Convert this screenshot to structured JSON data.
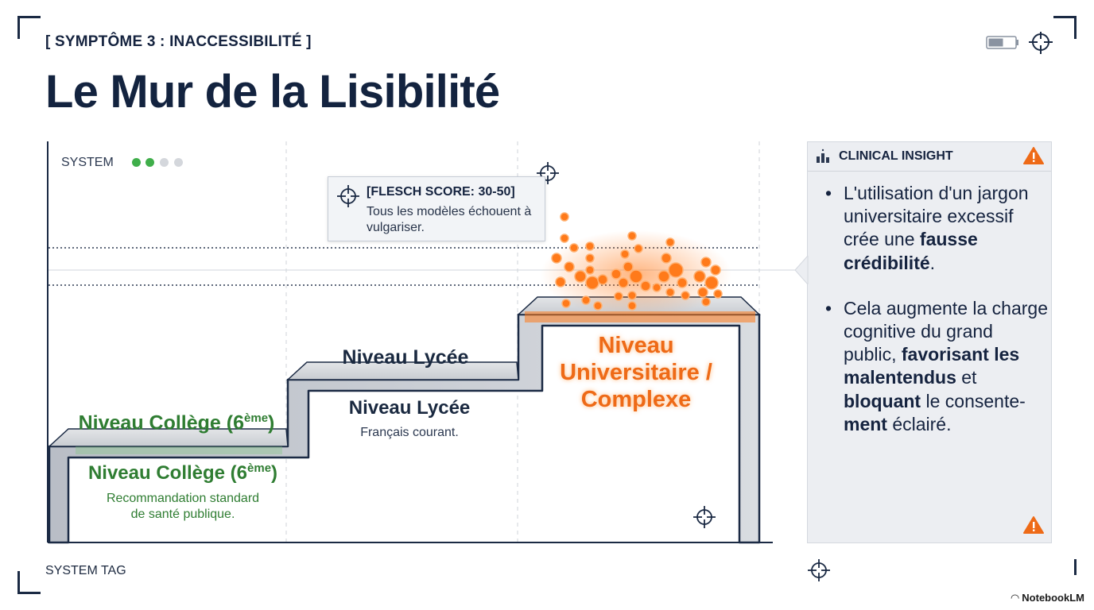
{
  "header": {
    "section_tag": "[ SYMPTÔME 3 : INACCESSIBILITÉ ]",
    "title": "Le Mur de la Lisibilité"
  },
  "diagram": {
    "system_label": "SYSTEM",
    "status_dots": [
      "#3fae4a",
      "#3fae4a",
      "#d4d7dc",
      "#d4d7dc"
    ],
    "callout": {
      "title": "[FLESCH SCORE: 30-50]",
      "text": "Tous les modèles échouent à vulgariser."
    },
    "levels": {
      "college": {
        "top_label": "Niveau Collège (6",
        "top_sup": "ème",
        "top_close": ")",
        "front_label": "Niveau Collège (6",
        "front_sup": "ème",
        "front_close": ")",
        "desc_line1": "Recommandation standard",
        "desc_line2": "de santé publique."
      },
      "lycee": {
        "top_label": "Niveau Lycée",
        "front_label": "Niveau Lycée",
        "desc": "Français courant."
      },
      "universitaire": {
        "line1": "Niveau",
        "line2": "Universitaire /",
        "line3": "Complexe"
      }
    },
    "colors": {
      "green": "#2f7d32",
      "navy": "#1a2940",
      "orange": "#ee6a17"
    }
  },
  "panel": {
    "title": "CLINICAL INSIGHT",
    "bullet_char": "•",
    "items": [
      {
        "t1": "L'utilisation d'un jargon universitaire excessif crée une ",
        "b1": "fausse crédibilité",
        "t2": "."
      },
      {
        "t1": "Cela augmente la charge cognitive du grand public, ",
        "b1": "favorisant les malentendus",
        "t2": " et ",
        "b2": "bloquant",
        "t3": " le consente-",
        "b3": "ment",
        "t4": " éclairé."
      }
    ]
  },
  "footer": {
    "system_tag": "SYSTEM TAG",
    "brand": "NotebookLM"
  }
}
